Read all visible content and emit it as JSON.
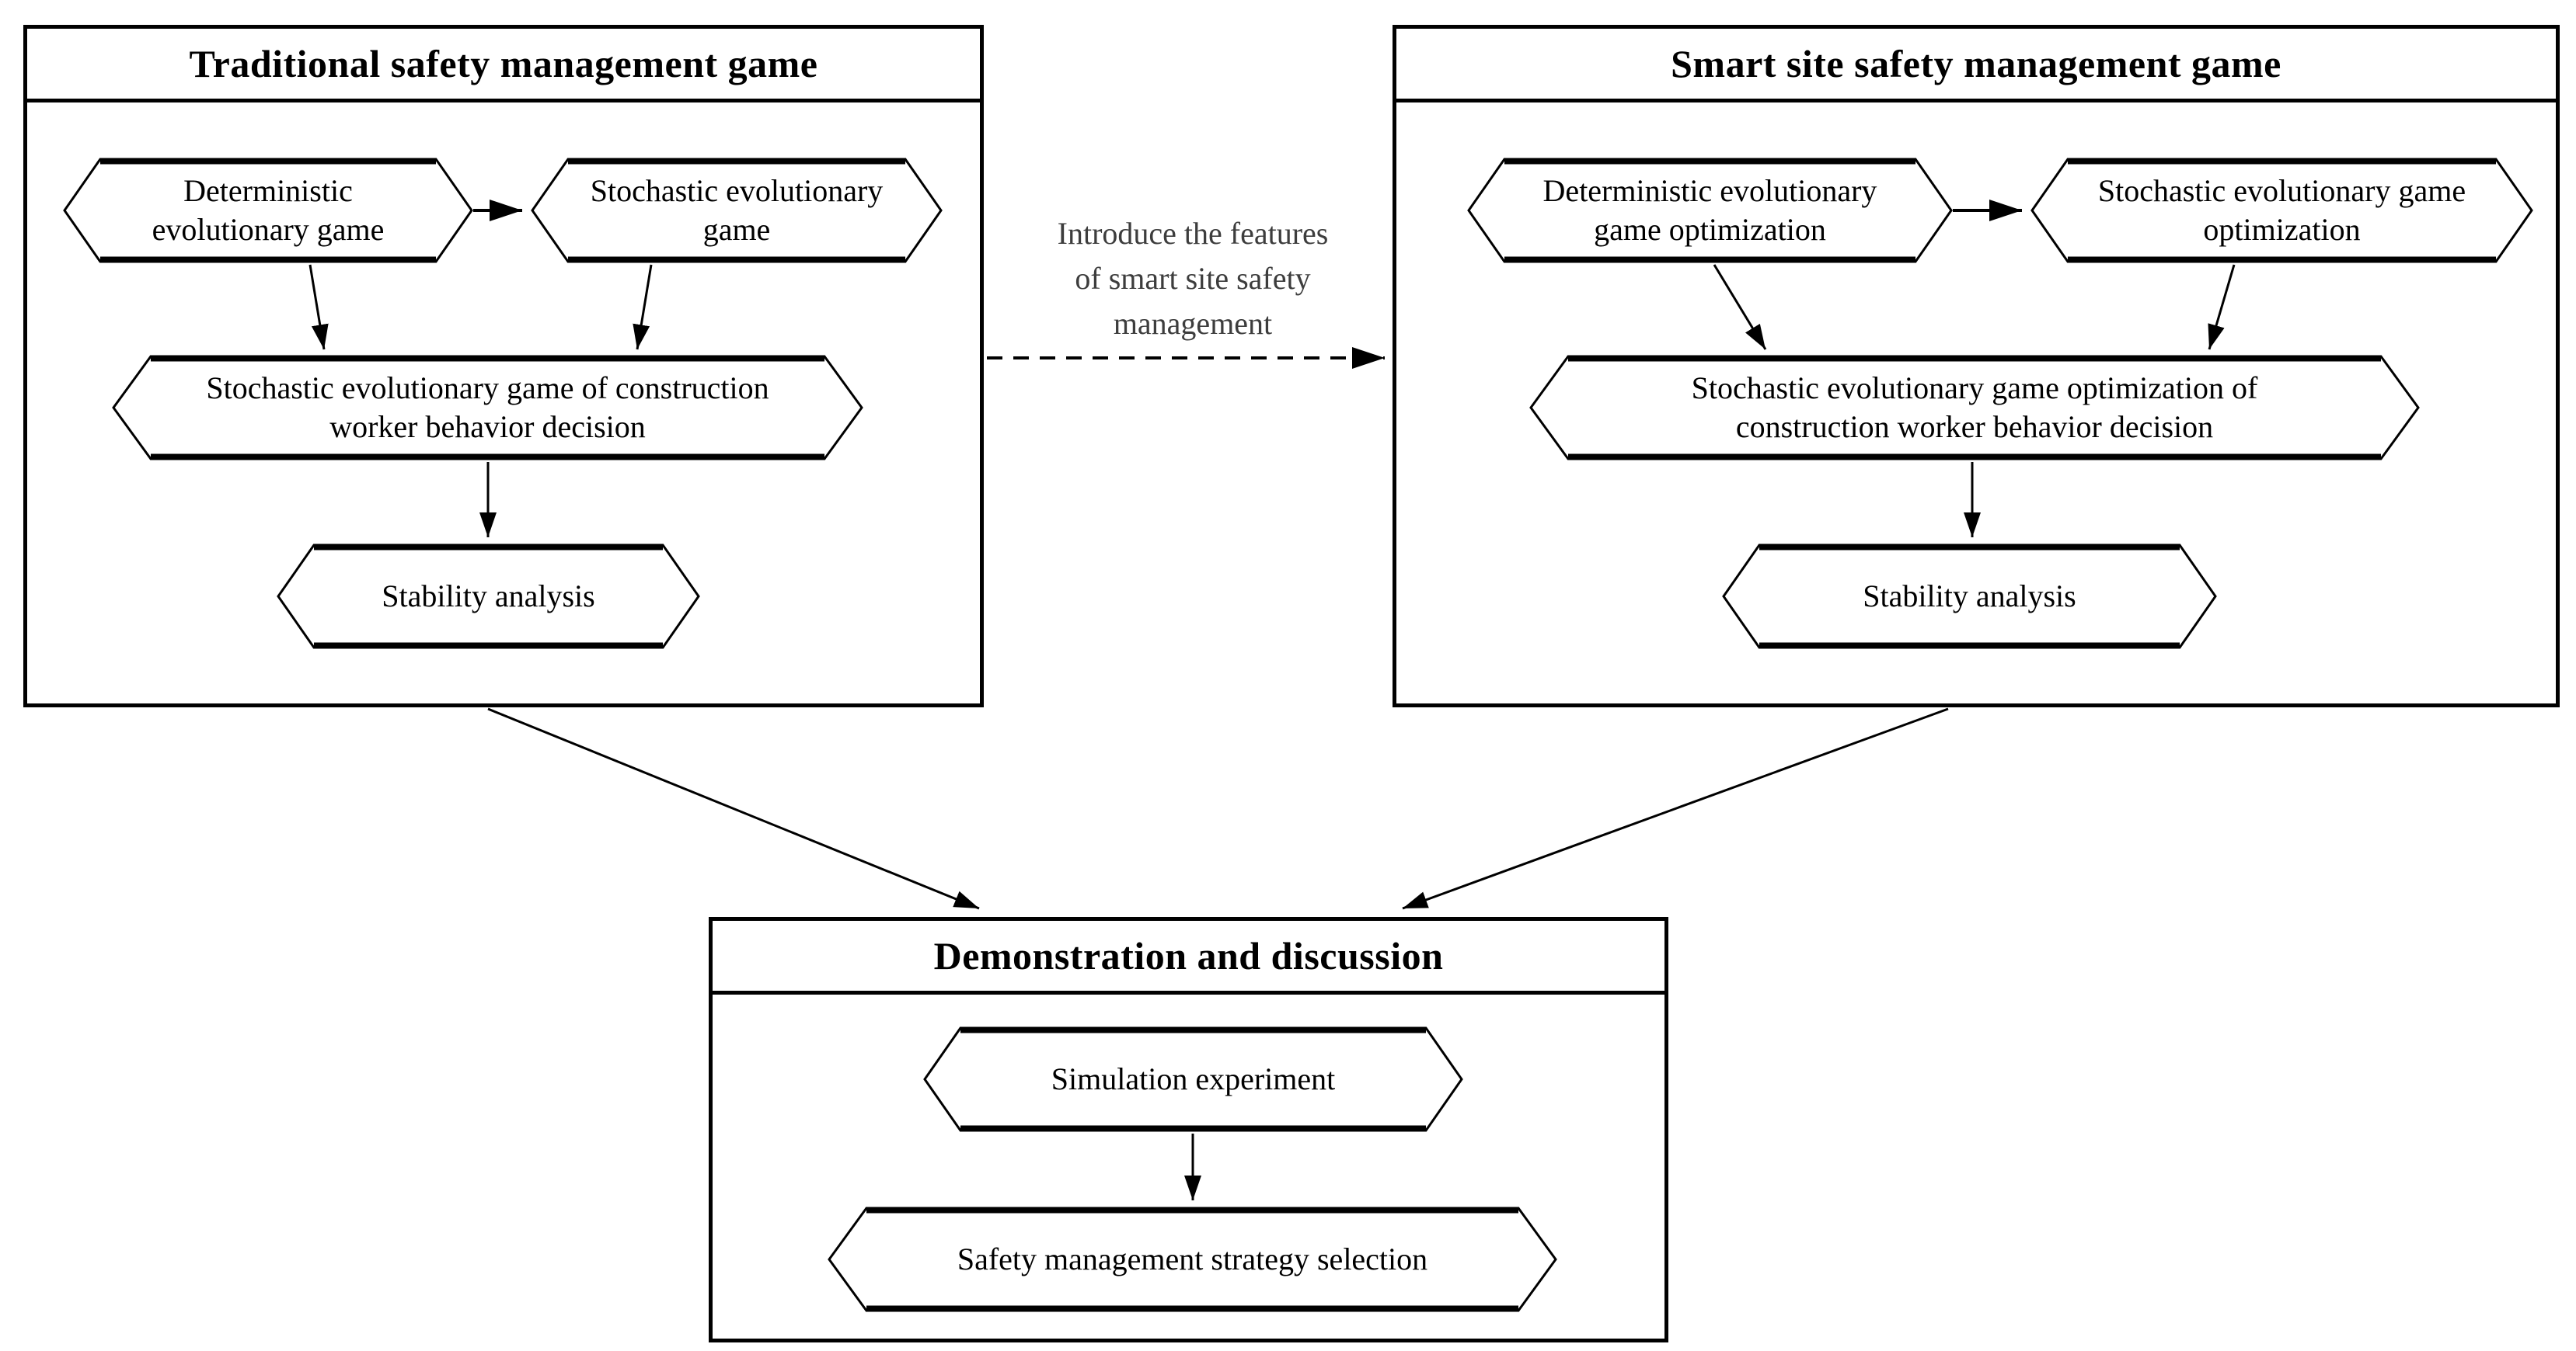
{
  "panels": [
    {
      "title": "Traditional safety management game",
      "nodes": [
        {
          "label": "Deterministic\nevolutionary game"
        },
        {
          "label": "Stochastic evolutionary\ngame"
        },
        {
          "label": "Stochastic evolutionary game of construction\nworker behavior decision"
        },
        {
          "label": "Stability analysis"
        }
      ]
    },
    {
      "title": "Smart site safety management game",
      "nodes": [
        {
          "label": "Deterministic evolutionary\ngame optimization"
        },
        {
          "label": "Stochastic evolutionary game\noptimization"
        },
        {
          "label": "Stochastic evolutionary game optimization of\nconstruction worker behavior decision"
        },
        {
          "label": "Stability analysis"
        }
      ]
    },
    {
      "title": "Demonstration and discussion",
      "nodes": [
        {
          "label": "Simulation experiment"
        },
        {
          "label": "Safety management strategy selection"
        }
      ]
    }
  ],
  "connector": {
    "label": "Introduce the features\nof smart site safety\nmanagement"
  },
  "colors": {
    "line": "#000000",
    "connector_text": "#3d3d3d",
    "background": "#ffffff"
  }
}
